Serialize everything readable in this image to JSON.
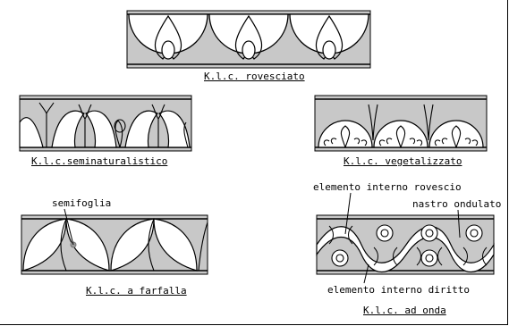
{
  "captions": {
    "rovesciato": "K.l.c. rovesciato",
    "seminaturalistico": "K.l.c.seminaturalistico",
    "vegetalizzato": "K.l.c. vegetalizzato",
    "farfalla": "K.l.c. a farfalla",
    "onda": "K.l.c. ad onda"
  },
  "annotations": {
    "semifoglia": "semifoglia",
    "elemento_interno_rovescio": "elemento interno rovescio",
    "nastro_ondulato": "nastro ondulato",
    "elemento_interno_diritto": "elemento interno diritto"
  },
  "colors": {
    "band_fill": "#c8c8c8",
    "line": "#000000",
    "background": "#ffffff"
  }
}
